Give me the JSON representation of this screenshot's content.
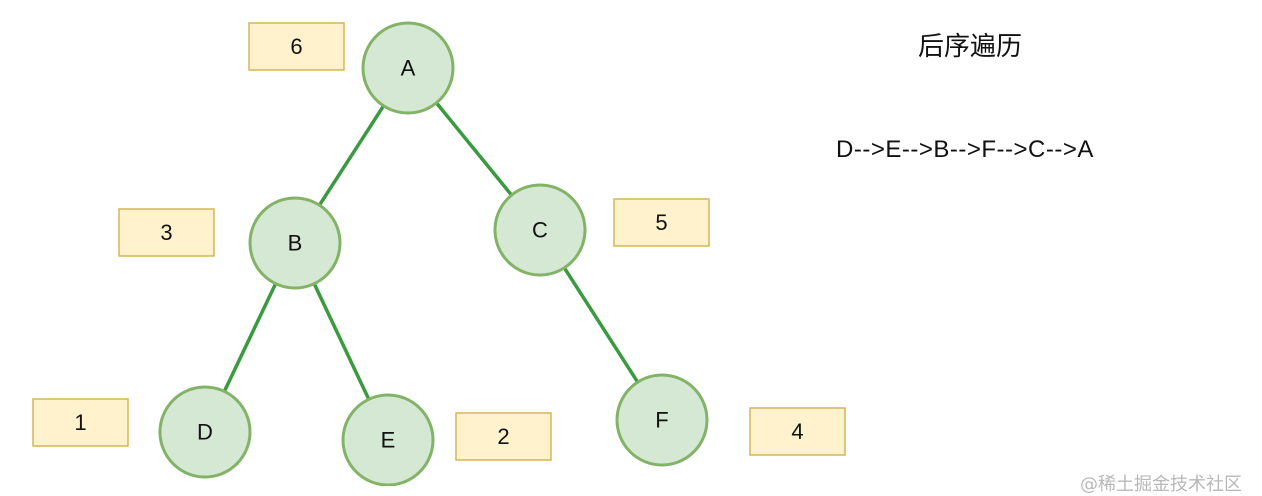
{
  "title": "后序遍历",
  "sequence": "D-->E-->B-->F-->C-->A",
  "watermark": "@稀土掘金技术社区",
  "nodes": [
    {
      "id": "A",
      "label": "A",
      "order": "6"
    },
    {
      "id": "B",
      "label": "B",
      "order": "3"
    },
    {
      "id": "C",
      "label": "C",
      "order": "5"
    },
    {
      "id": "D",
      "label": "D",
      "order": "1"
    },
    {
      "id": "E",
      "label": "E",
      "order": "2"
    },
    {
      "id": "F",
      "label": "F",
      "order": "4"
    }
  ],
  "edges": [
    [
      "A",
      "B"
    ],
    [
      "A",
      "C"
    ],
    [
      "B",
      "D"
    ],
    [
      "B",
      "E"
    ],
    [
      "C",
      "F"
    ]
  ],
  "colors": {
    "node_fill": "#d5e8d4",
    "node_stroke": "#82b366",
    "edge": "#3a9a3f",
    "badge_fill": "#fff2cc",
    "badge_stroke": "#d6b656"
  }
}
